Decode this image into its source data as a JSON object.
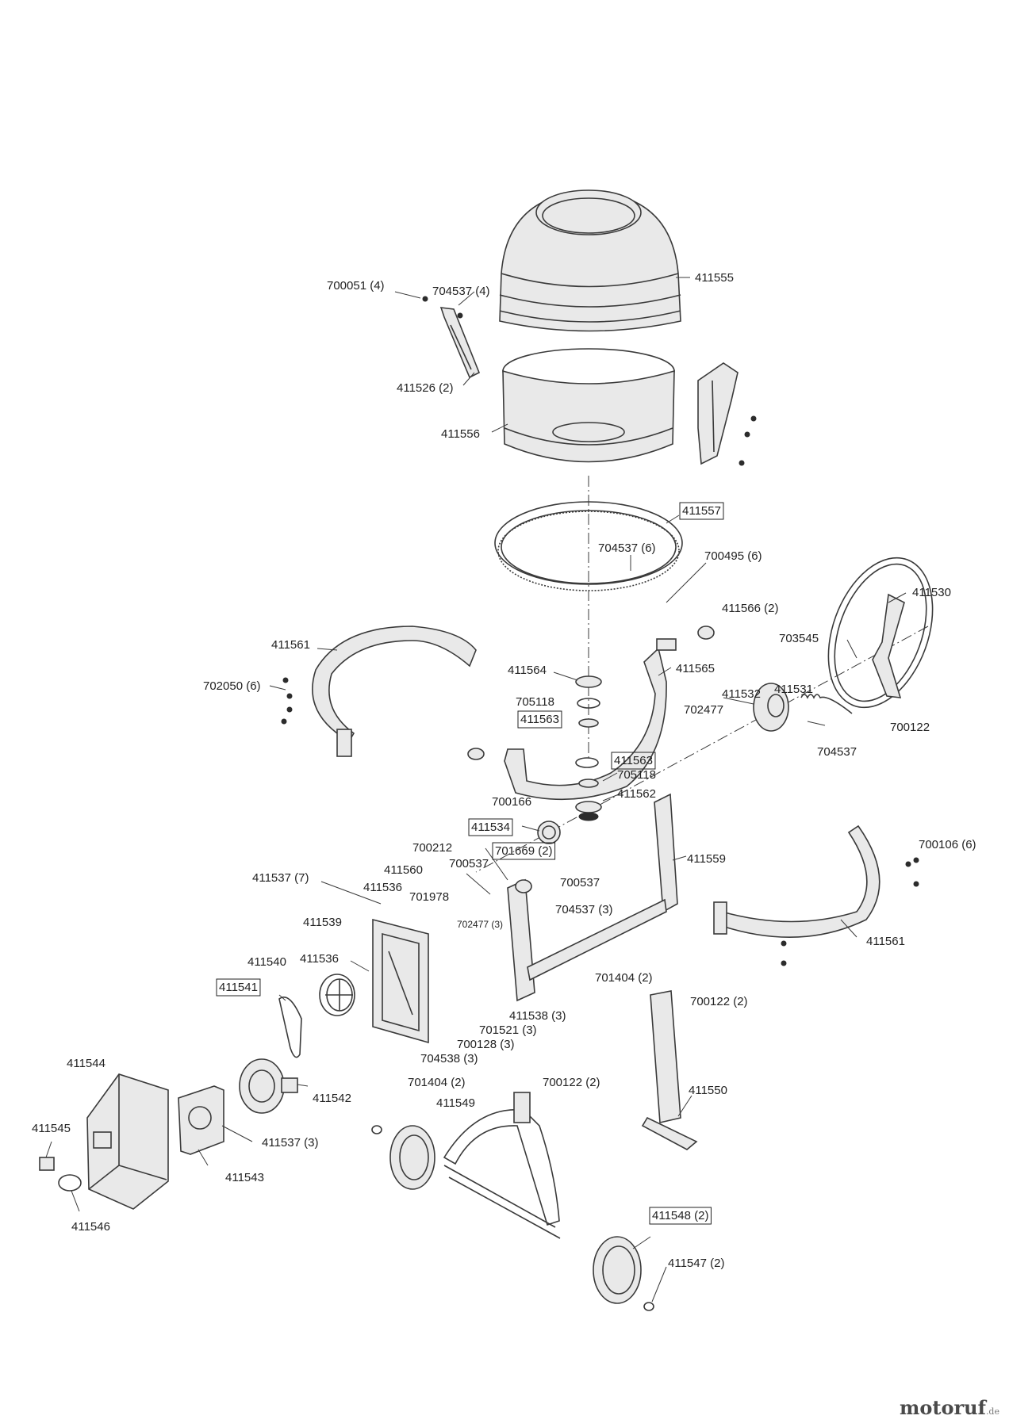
{
  "labels": [
    {
      "id": "l1",
      "text": "411555"
    },
    {
      "id": "l2",
      "text": "700051 (4)"
    },
    {
      "id": "l3",
      "text": "704537 (4)"
    },
    {
      "id": "l4",
      "text": "411526 (2)"
    },
    {
      "id": "l5",
      "text": "411556"
    },
    {
      "id": "l6",
      "text": "411557",
      "boxed": true
    },
    {
      "id": "l7",
      "text": "704537 (6)"
    },
    {
      "id": "l8",
      "text": "700495 (6)"
    },
    {
      "id": "l9",
      "text": "411530"
    },
    {
      "id": "l10",
      "text": "411566 (2)"
    },
    {
      "id": "l11",
      "text": "703545"
    },
    {
      "id": "l12",
      "text": "411561"
    },
    {
      "id": "l13",
      "text": "702050 (6)"
    },
    {
      "id": "l14",
      "text": "411564"
    },
    {
      "id": "l15",
      "text": "411565"
    },
    {
      "id": "l16",
      "text": "411532"
    },
    {
      "id": "l17",
      "text": "411531"
    },
    {
      "id": "l18",
      "text": "705118"
    },
    {
      "id": "l19",
      "text": "702477"
    },
    {
      "id": "l20",
      "text": "700122"
    },
    {
      "id": "l21",
      "text": "411563",
      "boxed": true
    },
    {
      "id": "l22",
      "text": "704537"
    },
    {
      "id": "l23",
      "text": "411563",
      "boxed": true
    },
    {
      "id": "l24",
      "text": "705118"
    },
    {
      "id": "l25",
      "text": "411562"
    },
    {
      "id": "l26",
      "text": "700166"
    },
    {
      "id": "l27",
      "text": "411534",
      "boxed": true
    },
    {
      "id": "l28",
      "text": "700106 (6)"
    },
    {
      "id": "l29",
      "text": "700212"
    },
    {
      "id": "l30",
      "text": "701669 (2)",
      "boxed": true
    },
    {
      "id": "l31",
      "text": "411559"
    },
    {
      "id": "l32",
      "text": "411560"
    },
    {
      "id": "l33",
      "text": "700537"
    },
    {
      "id": "l34",
      "text": "700537"
    },
    {
      "id": "l35",
      "text": "411537 (7)"
    },
    {
      "id": "l36",
      "text": "411536"
    },
    {
      "id": "l37",
      "text": "701978"
    },
    {
      "id": "l38",
      "text": "704537 (3)"
    },
    {
      "id": "l39",
      "text": "411539"
    },
    {
      "id": "l40",
      "text": "702477 (3)",
      "small": true
    },
    {
      "id": "l41",
      "text": "411561"
    },
    {
      "id": "l42",
      "text": "411540"
    },
    {
      "id": "l43",
      "text": "411536"
    },
    {
      "id": "l44",
      "text": "701404 (2)"
    },
    {
      "id": "l45",
      "text": "411541",
      "boxed": true
    },
    {
      "id": "l46",
      "text": "700122 (2)"
    },
    {
      "id": "l47",
      "text": "411538 (3)"
    },
    {
      "id": "l48",
      "text": "701521 (3)"
    },
    {
      "id": "l49",
      "text": "700128 (3)"
    },
    {
      "id": "l50",
      "text": "704538 (3)"
    },
    {
      "id": "l51",
      "text": "411544"
    },
    {
      "id": "l52",
      "text": "701404 (2)"
    },
    {
      "id": "l53",
      "text": "700122 (2)"
    },
    {
      "id": "l54",
      "text": "411542"
    },
    {
      "id": "l55",
      "text": "411549"
    },
    {
      "id": "l56",
      "text": "411550"
    },
    {
      "id": "l57",
      "text": "411545"
    },
    {
      "id": "l58",
      "text": "411537 (3)"
    },
    {
      "id": "l59",
      "text": "411543"
    },
    {
      "id": "l60",
      "text": "411546"
    },
    {
      "id": "l61",
      "text": "411548 (2)",
      "boxed": true
    },
    {
      "id": "l62",
      "text": "411547 (2)"
    }
  ],
  "watermark": {
    "brand": "motoruf",
    "tld": ".de"
  }
}
